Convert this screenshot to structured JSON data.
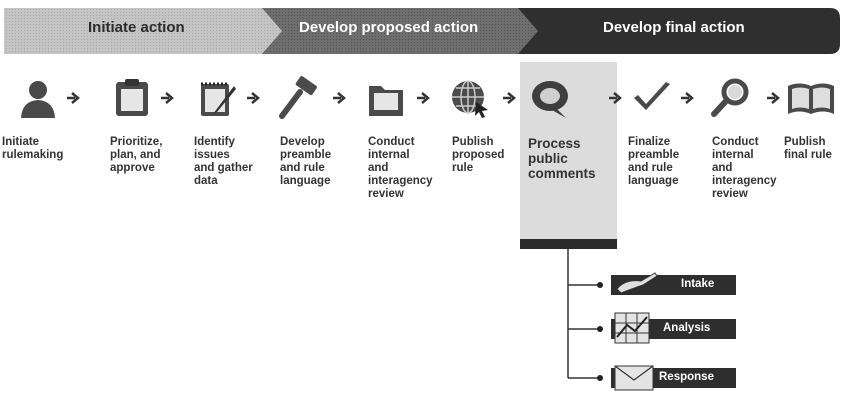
{
  "phases": [
    {
      "label": "Initiate action"
    },
    {
      "label": "Develop proposed action"
    },
    {
      "label": "Develop final action"
    }
  ],
  "steps": [
    {
      "label": "Initiate\nrulemaking",
      "icon": "person-icon"
    },
    {
      "label": "Prioritize,\nplan, and\napprove",
      "icon": "clipboard-icon"
    },
    {
      "label": "Identify\nissues\nand gather\ndata",
      "icon": "notepad-pencil-icon"
    },
    {
      "label": "Develop\npreamble\nand rule\nlanguage",
      "icon": "gavel-icon"
    },
    {
      "label": "Conduct\ninternal\nand\ninteragency\nreview",
      "icon": "folder-icon"
    },
    {
      "label": "Publish\nproposed\nrule",
      "icon": "globe-icon"
    },
    {
      "label": "Process\npublic\ncomments",
      "icon": "speech-bubble-icon"
    },
    {
      "label": "Finalize\npreamble\nand rule\nlanguage",
      "icon": "checkmark-icon"
    },
    {
      "label": "Conduct\ninternal\nand\ninteragency\nreview",
      "icon": "magnifier-icon"
    },
    {
      "label": "Publish\nfinal rule",
      "icon": "open-book-icon"
    }
  ],
  "sub_steps": [
    {
      "label": "Intake",
      "icon": "hand-pen-icon"
    },
    {
      "label": "Analysis",
      "icon": "grid-chart-icon"
    },
    {
      "label": "Response",
      "icon": "envelope-icon"
    }
  ],
  "colors": {
    "phase_light": "#b9b9b9",
    "phase_mid": "#6a6a6a",
    "phase_dark": "#333333",
    "highlight": "#dcdcdc",
    "icon_fill": "#4a4a4a"
  }
}
